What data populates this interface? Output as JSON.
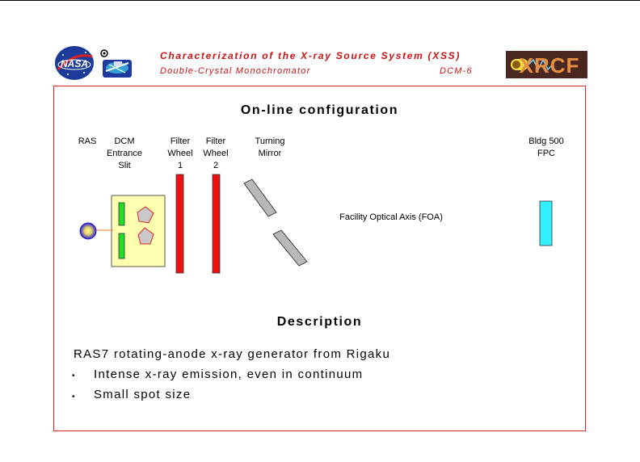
{
  "header": {
    "title": "Characterization of the X-ray Source System (XSS)",
    "subtitle": "Double-Crystal Monochromator",
    "code": "DCM-6",
    "logos": {
      "nasa": "NASA",
      "xrcf": "XRCF"
    }
  },
  "diagram": {
    "title": "On-line configuration",
    "axis_label": "Facility Optical Axis (FOA)",
    "components": [
      {
        "id": "ras",
        "label": "RAS"
      },
      {
        "id": "dcm",
        "label": "DCM\nEntrance\nSlit"
      },
      {
        "id": "fw1",
        "label": "Filter\nWheel\n1"
      },
      {
        "id": "fw2",
        "label": "Filter\nWheel\n2"
      },
      {
        "id": "mirror",
        "label": "Turning\nMirror"
      },
      {
        "id": "fpc",
        "label": "Bldg 500\nFPC"
      }
    ],
    "colors": {
      "source": "#2a1fd0",
      "dcm_box": "#ffffb0",
      "slit": "#22dd22",
      "filter": "#ee1111",
      "detector": "#33eeff",
      "crystal": "#c8c8c8"
    }
  },
  "description": {
    "title": "Description",
    "intro": "RAS7 rotating-anode x-ray generator from Rigaku",
    "bullets": [
      "Intense x-ray emission, even in continuum",
      "Small spot size"
    ]
  },
  "colors": {
    "header_text": "#cc1111",
    "frame": "#dd2222"
  }
}
